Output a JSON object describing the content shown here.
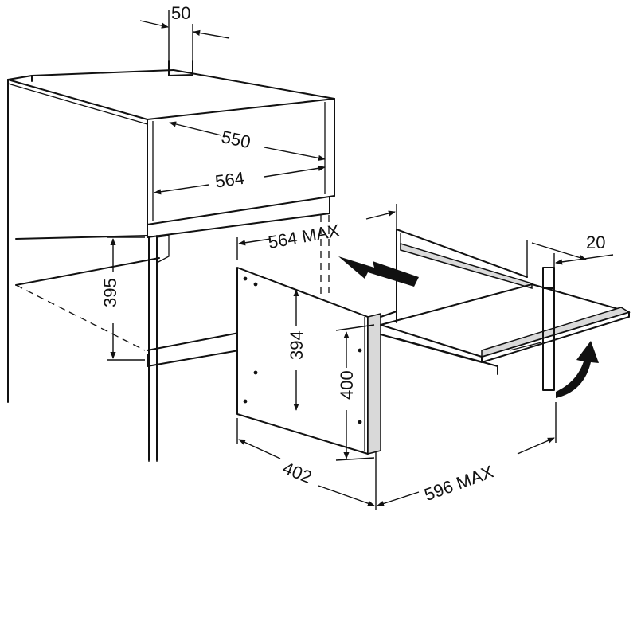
{
  "diagram": {
    "dimensions": {
      "top_offset": "50",
      "cabinet_depth": "550",
      "cabinet_width": "564",
      "niche_height": "395",
      "drawer_width_max": "564 MAX",
      "front_height_inner": "394",
      "front_height": "400",
      "front_width": "402",
      "drawer_depth_max": "596 MAX",
      "rail_offset": "20"
    }
  }
}
